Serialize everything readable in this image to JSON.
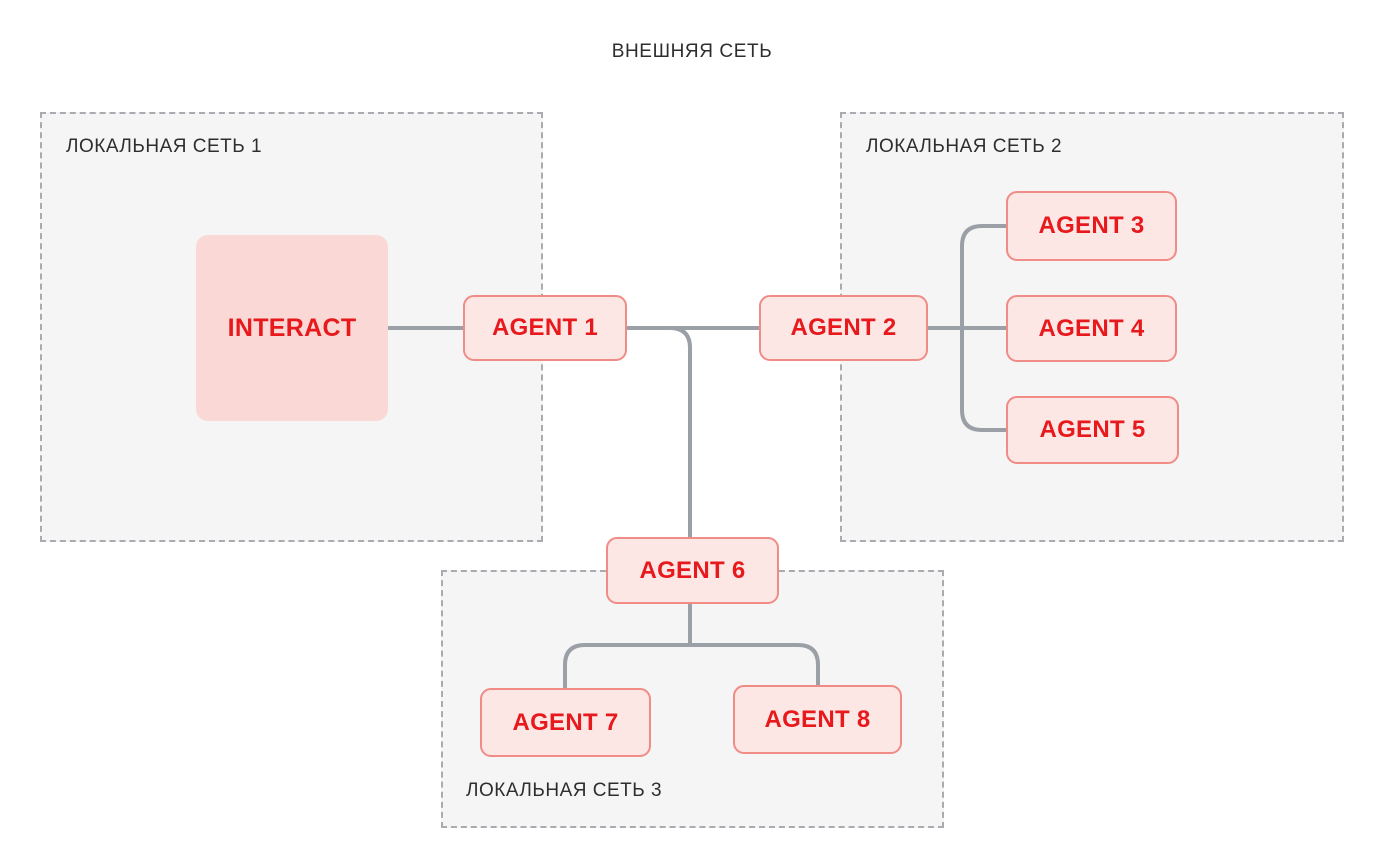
{
  "diagram": {
    "title": "ВНЕШНЯЯ СЕТЬ",
    "type": "network-topology",
    "colors": {
      "accent_text": "#e8191c",
      "node_fill": "#fde7e5",
      "node_border": "#f08b86",
      "interact_fill": "#fad8d5",
      "group_fill": "#f5f5f5",
      "group_border": "#a9abb0",
      "link": "#9aa0a6",
      "label_text": "#2e2e2e",
      "page_background": "#ffffff"
    }
  },
  "groups": [
    {
      "id": "net1",
      "label": "ЛОКАЛЬНАЯ СЕТЬ 1"
    },
    {
      "id": "net2",
      "label": "ЛОКАЛЬНАЯ СЕТЬ 2"
    },
    {
      "id": "net3",
      "label": "ЛОКАЛЬНАЯ СЕТЬ 3"
    }
  ],
  "nodes": [
    {
      "id": "interact",
      "label": "INTERACT",
      "group": "net1",
      "kind": "interact"
    },
    {
      "id": "agent1",
      "label": "AGENT 1",
      "group": "net1",
      "kind": "agent"
    },
    {
      "id": "agent2",
      "label": "AGENT 2",
      "group": "net2",
      "kind": "agent"
    },
    {
      "id": "agent3",
      "label": "AGENT 3",
      "group": "net2",
      "kind": "agent"
    },
    {
      "id": "agent4",
      "label": "AGENT 4",
      "group": "net2",
      "kind": "agent"
    },
    {
      "id": "agent5",
      "label": "AGENT 5",
      "group": "net2",
      "kind": "agent"
    },
    {
      "id": "agent6",
      "label": "AGENT 6",
      "group": "net3",
      "kind": "agent"
    },
    {
      "id": "agent7",
      "label": "AGENT 7",
      "group": "net3",
      "kind": "agent"
    },
    {
      "id": "agent8",
      "label": "AGENT 8",
      "group": "net3",
      "kind": "agent"
    }
  ],
  "links": [
    {
      "from": "interact",
      "to": "agent1"
    },
    {
      "from": "agent1",
      "to": "agent2"
    },
    {
      "from": "agent1",
      "to": "agent6"
    },
    {
      "from": "agent2",
      "to": "agent3"
    },
    {
      "from": "agent2",
      "to": "agent4"
    },
    {
      "from": "agent2",
      "to": "agent5"
    },
    {
      "from": "agent6",
      "to": "agent7"
    },
    {
      "from": "agent6",
      "to": "agent8"
    }
  ]
}
